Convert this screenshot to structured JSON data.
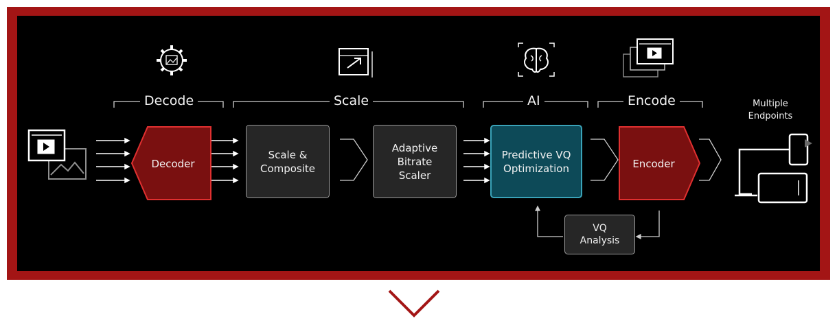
{
  "stages": {
    "decode": "Decode",
    "scale": "Scale",
    "ai": "AI",
    "encode": "Encode"
  },
  "blocks": {
    "decoder": "Decoder",
    "scale_composite": "Scale &\nComposite",
    "adaptive_bitrate_scaler": "Adaptive\nBitrate\nScaler",
    "predictive_vq": "Predictive VQ\nOptimization",
    "encoder": "Encoder",
    "vq_analysis": "VQ\nAnalysis"
  },
  "endpoints_label": "Multiple\nEndpoints",
  "icons": [
    "gear-image-icon",
    "scale-resize-icon",
    "brain-icon",
    "video-stack-icon",
    "video-input-icon",
    "devices-icon",
    "chevron-down-icon"
  ],
  "colors": {
    "frame": "#a31515",
    "panel": "#000000",
    "red_block": "#7a1010",
    "red_border": "#e03030",
    "teal_block": "#0d4a58",
    "teal_border": "#3aa3b8"
  }
}
